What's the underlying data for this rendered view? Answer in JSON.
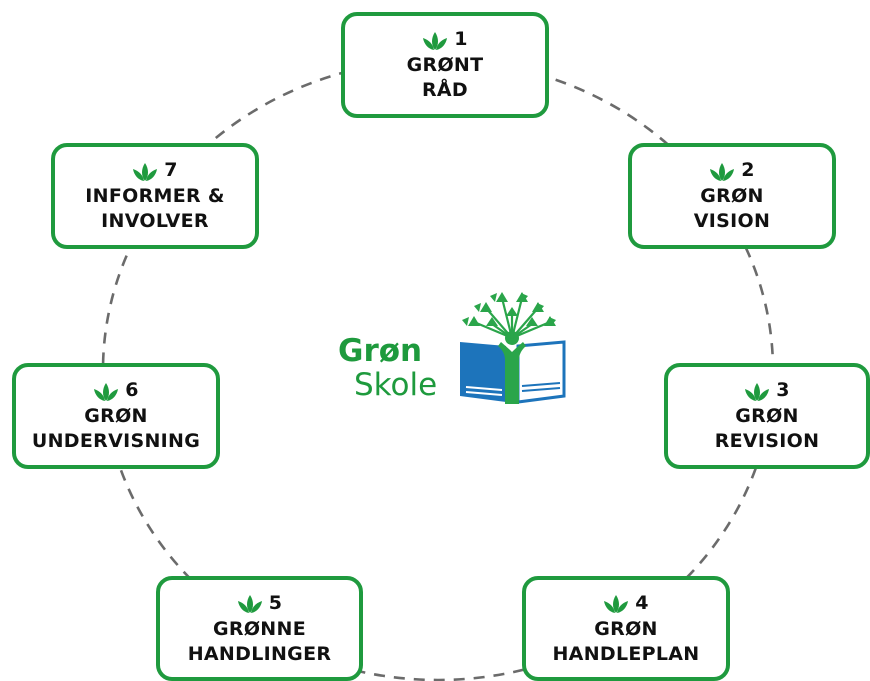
{
  "colors": {
    "accent_green": "#1f9a3e",
    "ring_dash": "#6b6b6b",
    "book_blue": "#1d74bb",
    "text": "#111111"
  },
  "logo": {
    "line1": "Grøn",
    "line2": "Skole",
    "icon": "tree-book-logo"
  },
  "steps": [
    {
      "number": "1",
      "title": "GRØNT\nRÅD",
      "icon": "leaf-sprout-icon"
    },
    {
      "number": "2",
      "title": "GRØN\nVISION",
      "icon": "leaf-sprout-icon"
    },
    {
      "number": "3",
      "title": "GRØN\nREVISION",
      "icon": "leaf-sprout-icon"
    },
    {
      "number": "4",
      "title": "GRØN\nHANDLEPLAN",
      "icon": "leaf-sprout-icon"
    },
    {
      "number": "5",
      "title": "GRØNNE\nHANDLINGER",
      "icon": "leaf-sprout-icon"
    },
    {
      "number": "6",
      "title": "GRØN\nUNDERVISNING",
      "icon": "leaf-sprout-icon"
    },
    {
      "number": "7",
      "title": "INFORMER &\nINVOLVER",
      "icon": "leaf-sprout-icon"
    }
  ]
}
